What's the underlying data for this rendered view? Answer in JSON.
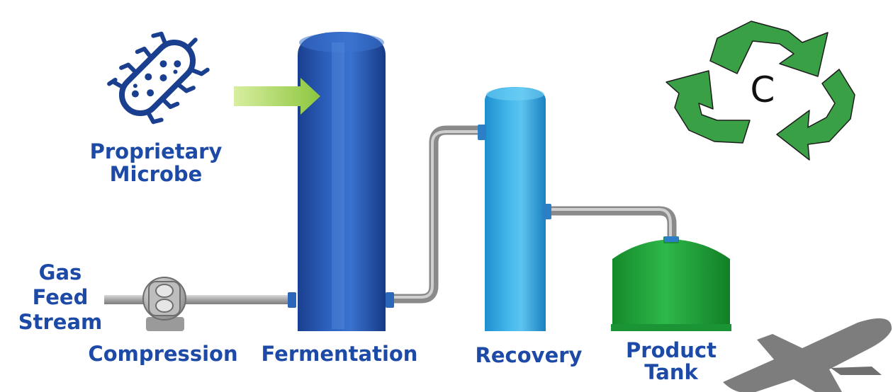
{
  "diagram": {
    "labels": {
      "microbe": [
        "Proprietary",
        "Microbe"
      ],
      "gas_feed": [
        "Gas",
        "Feed",
        "Stream"
      ],
      "compression": "Compression",
      "fermentation": "Fermentation",
      "recovery": "Recovery",
      "product_tank": [
        "Product",
        "Tank"
      ]
    },
    "recycle_symbol_letter": "C",
    "icons": [
      "microbe-icon",
      "arrow-icon",
      "compressor-pump-icon",
      "recycle-icon",
      "airplane-icon"
    ],
    "colors": {
      "label_text": "#1d4aa6",
      "fermentation_tank": "#2556b0",
      "recovery_column": "#36a9e1",
      "product_tank": "#21a038",
      "recycle_symbol": "#3aa046",
      "arrow": "#9acd32",
      "pipe": "#a9a9a9",
      "airplane": "#808080"
    }
  }
}
